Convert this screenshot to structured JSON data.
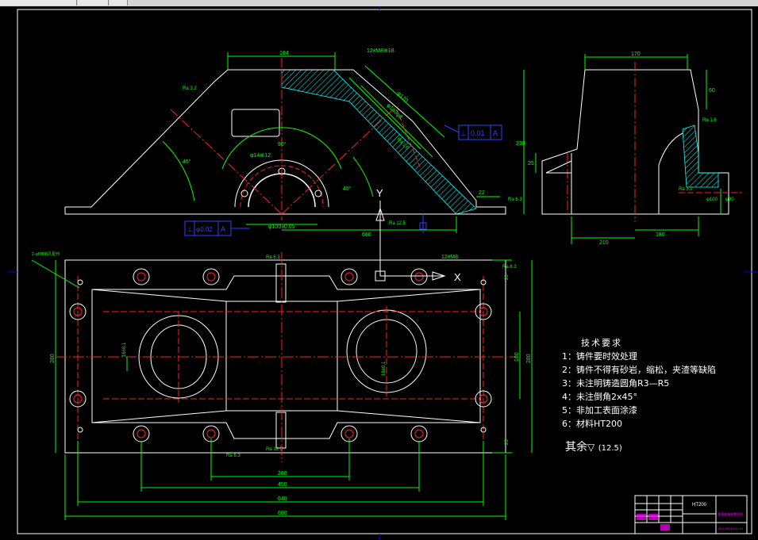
{
  "colors": {
    "background": "#000000",
    "outline": "#ffffff",
    "centerline": "#ff2020",
    "dimension": "#00ff00",
    "hatch": "#00ffff",
    "frame": "#0000ff",
    "tolerance_box": "#3040ff",
    "text": "#ffffff",
    "titleblock_magenta": "#ff00ff",
    "titleblock_yellow": "#ffff00"
  },
  "front_view": {
    "dims": {
      "width_top": "184",
      "bolt_spec": "12xM8⊕18",
      "angle_left": "45°",
      "angle_right": "45°",
      "angle_center": "90°",
      "bore_small": "φ14⊕12",
      "bore_main": "φ100±0.05",
      "right_x": "22",
      "total_len": "680",
      "diag_1": "φ170",
      "diag_2": "φ160φ8"
    },
    "tolerances": {
      "perp": {
        "symbol": "⊥",
        "value": "0.01",
        "datum": "A"
      },
      "pos": {
        "symbol": "⊥",
        "value": "φ0.02",
        "datum": "A"
      }
    },
    "roughness": [
      "Ra 3.2",
      "Ra 1.6",
      "Ra 6.3",
      "Ra 12.5"
    ],
    "axis_y": "Y"
  },
  "side_view": {
    "dims": {
      "top_width": "170",
      "right_h": "60",
      "height": "230",
      "base_h": "25",
      "base_left": "210",
      "base_right": "180",
      "small_1": "φ100",
      "small_2": "φ90"
    },
    "roughness": [
      "Ra 1.6",
      "Ra 3.2"
    ]
  },
  "plan_view": {
    "dims": {
      "inner_w": "280",
      "mid_w": "450",
      "outer_w": "640",
      "total_w": "680",
      "height_left": "280",
      "height_right": "280",
      "inner_h": "180",
      "top_off": "20",
      "bot_off": "25",
      "bolt_spec": "12xM8",
      "slot": "16±0.1",
      "slot2": "16±0.1"
    },
    "roughness": [
      "Ra 6.3",
      "Ra 12.5",
      "Ra 6.3",
      "Ra 6.3"
    ],
    "axis_x": "X",
    "leader": "2-φ8锥销孔配作"
  },
  "technical_requirements": {
    "title": "技术要求",
    "items": [
      "1：铸件要时效处理",
      "2：铸件不得有砂岩，缩松，夹渣等缺陷",
      "3：未注明铸造圆角R3—R5",
      "4：未注倒角2x45°",
      "5：非加工表面涂漆",
      "6：材料HT200"
    ],
    "others_label": "其余",
    "others_value": "(12.5)"
  },
  "title_block": {
    "material": "HT200",
    "part_name": "减速器箱座零件图",
    "drawing_no": "JSQ-ZX010-11-01"
  }
}
